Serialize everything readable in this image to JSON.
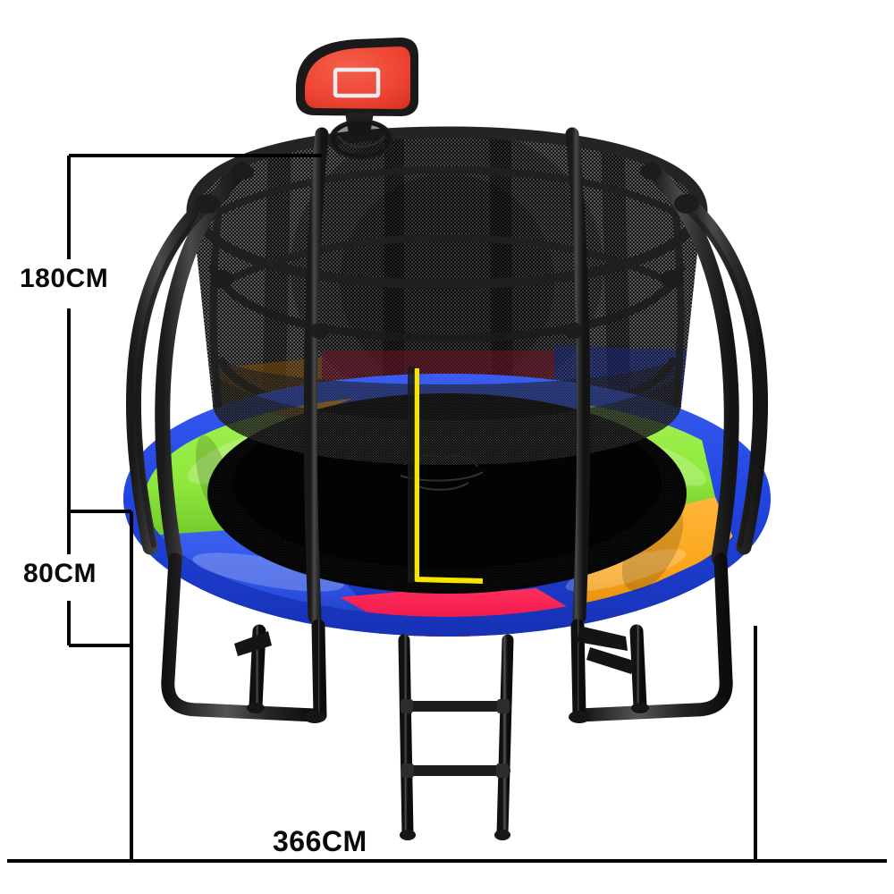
{
  "page": {
    "background_color": "#ffffff",
    "type": "product-dimension-diagram",
    "subject": "round trampoline with safety enclosure net, basketball hoop and ladder"
  },
  "dimensions": {
    "height_label": "180CM",
    "depth_label": "80CM",
    "width_label": "366CM",
    "line_color": "#000000",
    "text_color": "#0a0a0a"
  },
  "product": {
    "frame_color": "#2a2a2a",
    "net_color": "#1c1c1c",
    "mat_color": "#050505",
    "zipper_color": "#f5e400",
    "pad_colors": {
      "rim_blue": "#2246e2",
      "green": "#8fe83c",
      "orange": "#fba51a",
      "red": "#f0184a",
      "blue": "#2b4fe0"
    },
    "hoop": {
      "backboard_color": "#ef4433",
      "backboard_border": "#1a1a1a",
      "inner_square_color": "#e8eef2",
      "ring_color": "#1e1e1e"
    },
    "ladder_steps": 2,
    "enclosure_poles": 6,
    "legs": 3
  },
  "icons": {
    "hoop": "basketball-hoop-icon",
    "ladder": "ladder-icon",
    "net": "safety-net-icon"
  }
}
